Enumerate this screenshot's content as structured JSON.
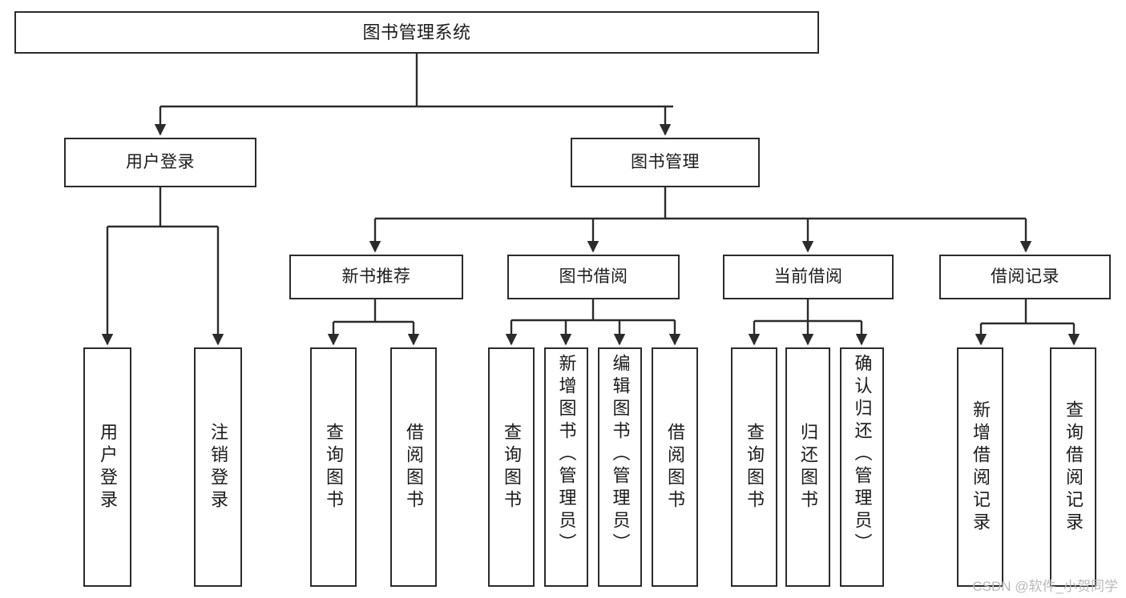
{
  "diagram": {
    "type": "tree-hierarchy",
    "title": "图书管理系统",
    "watermark": "CSDN @软件_小贺同学",
    "colors": {
      "box_border": "#2b2b2b",
      "box_fill": "#ffffff",
      "connector": "#2b2b2b",
      "text": "#1b1b1b",
      "watermark": "#b9b9b9"
    },
    "nodes": {
      "root": {
        "label": "图书管理系统"
      },
      "level2": [
        {
          "label": "用户登录"
        },
        {
          "label": "图书管理"
        }
      ],
      "level3": [
        {
          "label": "新书推荐"
        },
        {
          "label": "图书借阅"
        },
        {
          "label": "当前借阅"
        },
        {
          "label": "借阅记录"
        }
      ],
      "leaves": [
        {
          "label": "用户登录"
        },
        {
          "label": "注销登录"
        },
        {
          "label": "查询图书"
        },
        {
          "label": "借阅图书"
        },
        {
          "label": "查询图书"
        },
        {
          "label": "新增图书（管理员）"
        },
        {
          "label": "编辑图书（管理员）"
        },
        {
          "label": "借阅图书"
        },
        {
          "label": "查询图书"
        },
        {
          "label": "归还图书"
        },
        {
          "label": "确认归还（管理员）"
        },
        {
          "label": "新增借阅记录"
        },
        {
          "label": "查询借阅记录"
        }
      ]
    },
    "edges": [
      {
        "from": "图书管理系统",
        "to": "用户登录"
      },
      {
        "from": "图书管理系统",
        "to": "图书管理"
      },
      {
        "from": "用户登录",
        "to": "用户登录"
      },
      {
        "from": "用户登录",
        "to": "注销登录"
      },
      {
        "from": "图书管理",
        "to": "新书推荐"
      },
      {
        "from": "图书管理",
        "to": "图书借阅"
      },
      {
        "from": "图书管理",
        "to": "当前借阅"
      },
      {
        "from": "图书管理",
        "to": "借阅记录"
      },
      {
        "from": "新书推荐",
        "to": "查询图书"
      },
      {
        "from": "新书推荐",
        "to": "借阅图书"
      },
      {
        "from": "图书借阅",
        "to": "查询图书"
      },
      {
        "from": "图书借阅",
        "to": "新增图书（管理员）"
      },
      {
        "from": "图书借阅",
        "to": "编辑图书（管理员）"
      },
      {
        "from": "图书借阅",
        "to": "借阅图书"
      },
      {
        "from": "当前借阅",
        "to": "查询图书"
      },
      {
        "from": "当前借阅",
        "to": "归还图书"
      },
      {
        "from": "当前借阅",
        "to": "确认归还（管理员）"
      },
      {
        "from": "借阅记录",
        "to": "新增借阅记录"
      },
      {
        "from": "借阅记录",
        "to": "查询借阅记录"
      }
    ]
  }
}
